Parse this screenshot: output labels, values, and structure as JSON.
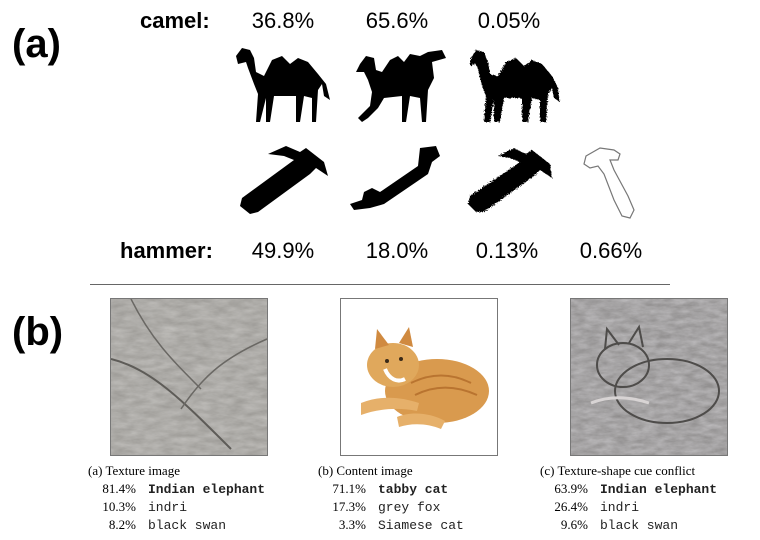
{
  "panel_a": {
    "label": "(a)",
    "camel": {
      "label": "camel:",
      "scores": [
        "36.8%",
        "65.6%",
        "0.05%"
      ],
      "icons": [
        "camel-silhouette-icon",
        "distorted-camel-silhouette-icon",
        "textured-camel-silhouette-icon"
      ]
    },
    "hammer": {
      "label": "hammer:",
      "scores": [
        "49.9%",
        "18.0%",
        "0.13%",
        "0.66%"
      ],
      "icons": [
        "hammer-silhouette-icon",
        "distorted-hammer-silhouette-icon",
        "textured-hammer-silhouette-icon",
        "hammer-outline-icon"
      ]
    }
  },
  "panel_b": {
    "label": "(b)",
    "images": [
      {
        "caption": "(a) Texture image",
        "predictions": [
          {
            "pct": "81.4%",
            "name": "Indian elephant"
          },
          {
            "pct": "10.3%",
            "name": "indri"
          },
          {
            "pct": "8.2%",
            "name": "black swan"
          }
        ]
      },
      {
        "caption": "(b) Content image",
        "predictions": [
          {
            "pct": "71.1%",
            "name": "tabby cat"
          },
          {
            "pct": "17.3%",
            "name": "grey fox"
          },
          {
            "pct": "3.3%",
            "name": "Siamese cat"
          }
        ]
      },
      {
        "caption": "(c) Texture-shape cue conflict",
        "predictions": [
          {
            "pct": "63.9%",
            "name": "Indian elephant"
          },
          {
            "pct": "26.4%",
            "name": "indri"
          },
          {
            "pct": "9.6%",
            "name": "black swan"
          }
        ]
      }
    ]
  },
  "colors": {
    "silhouette": "#000000",
    "elephant_skin": "#8d8b87",
    "cat_fur": "#d99a4e"
  }
}
